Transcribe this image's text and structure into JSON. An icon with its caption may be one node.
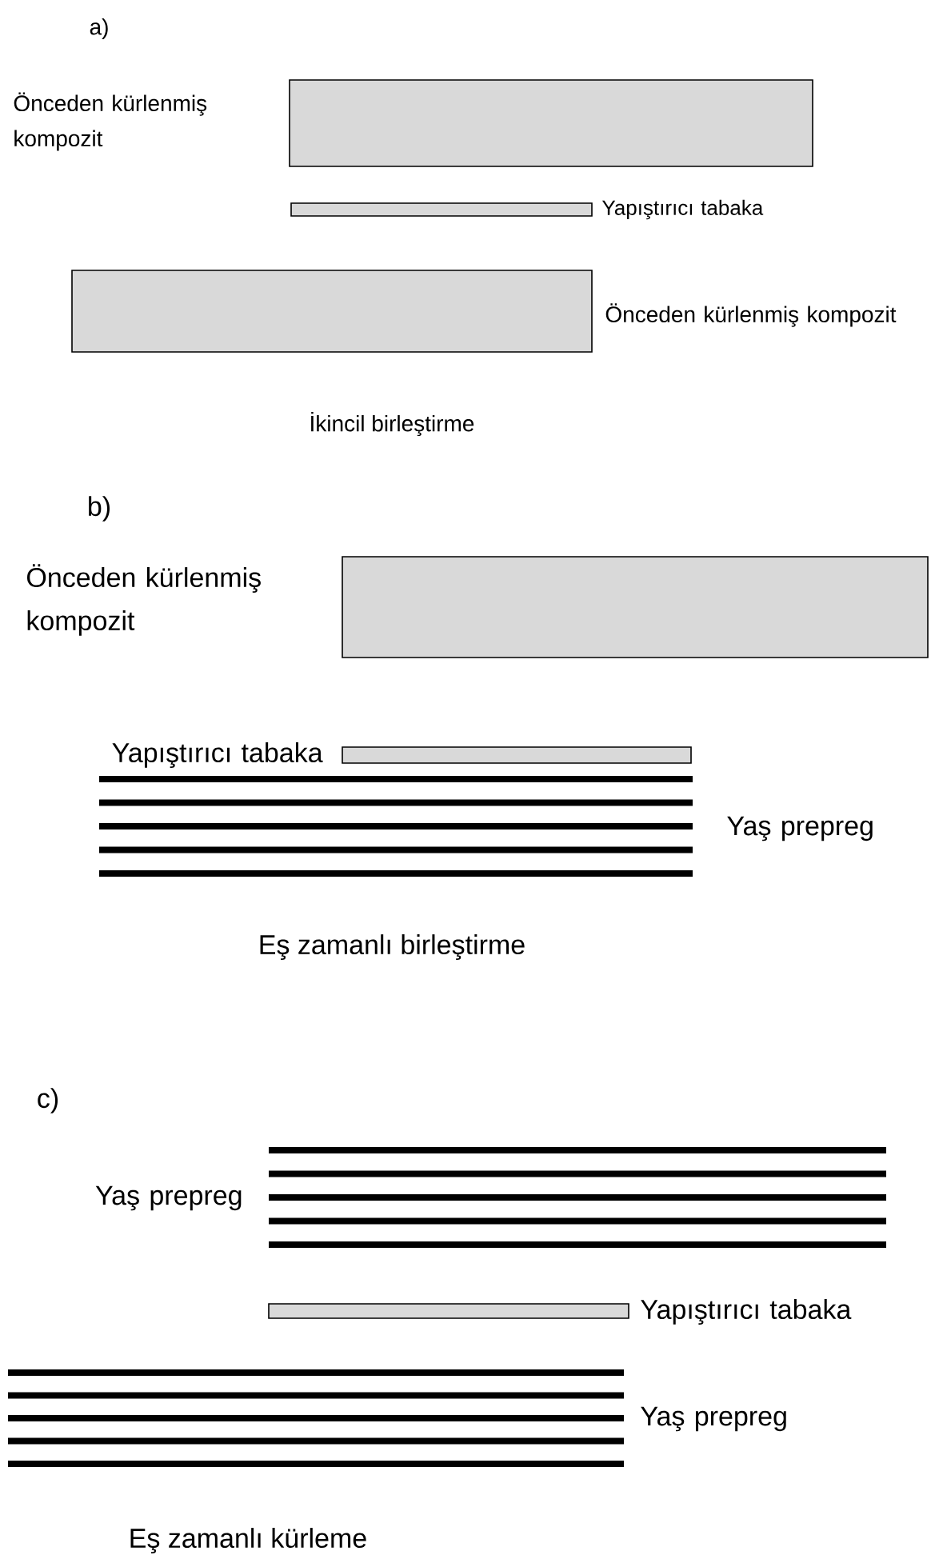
{
  "diagram": {
    "nodes": [
      {
        "text": [],
        "shape": "box",
        "beside": [
          "Önceden kürlenmiş kompozit"
        ]
      },
      {
        "text": [],
        "shape": "box",
        "beside": [
          "Yapıştırıcı tabaka"
        ]
      },
      {
        "text": [],
        "shape": "box",
        "beside": [
          "Önceden kürlenmiş kompozit"
        ]
      },
      {
        "text": [],
        "shape": "box",
        "beside": [
          "Önceden kürlenmiş kompozit"
        ]
      },
      {
        "text": [],
        "shape": "box",
        "beside": [
          "Yapıştırıcı tabaka"
        ]
      },
      {
        "text": [],
        "shape": "lines",
        "beside": [
          "Yaş prepreg"
        ]
      },
      {
        "text": [],
        "shape": "lines",
        "beside": [
          "Yaş prepreg"
        ]
      },
      {
        "text": [],
        "shape": "box",
        "beside": [
          "Yapıştırıcı tabaka"
        ]
      },
      {
        "text": [],
        "shape": "lines",
        "beside": [
          "Yaş prepreg"
        ]
      }
    ],
    "edges": [],
    "labels": [
      "a)",
      "İkincil birleştirme",
      "b)",
      "Eş zamanlı birleştirme",
      "c)",
      "Eş zamanlı kürleme"
    ]
  }
}
